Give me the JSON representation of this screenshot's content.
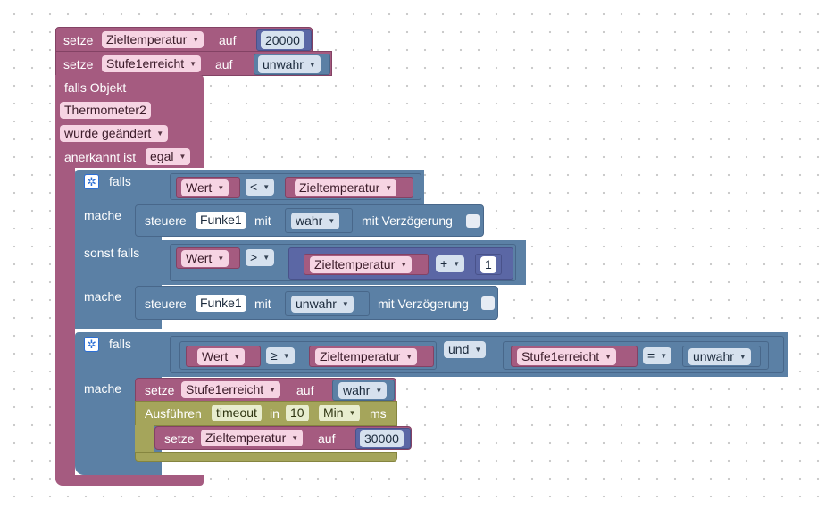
{
  "blocks": {
    "set1": {
      "setze": "setze",
      "var": "Zieltemperatur",
      "auf": "auf",
      "value": "20000"
    },
    "set2": {
      "setze": "setze",
      "var": "Stufe1erreicht",
      "auf": "auf",
      "value": "unwahr"
    },
    "trigger": {
      "falls_objekt": "falls Objekt",
      "object": "Thermometer2",
      "condition": "wurde geändert",
      "ack_label": "anerkannt ist",
      "ack_value": "egal"
    },
    "if1": {
      "falls": "falls",
      "cond_left": "Wert",
      "cond_op": "<",
      "cond_right": "Zieltemperatur",
      "mache1": "mache",
      "steuere1": {
        "label": "steuere",
        "device": "Funke1",
        "mit": "mit",
        "value": "wahr",
        "delay_label": "mit Verzögerung"
      },
      "sonst_falls": "sonst falls",
      "cond2_left": "Wert",
      "cond2_op": ">",
      "cond2_right_var": "Zieltemperatur",
      "cond2_arith_op": "+",
      "cond2_num": "1",
      "mache2": "mache",
      "steuere2": {
        "label": "steuere",
        "device": "Funke1",
        "mit": "mit",
        "value": "unwahr",
        "delay_label": "mit Verzögerung"
      }
    },
    "if2": {
      "falls": "falls",
      "cond_left": "Wert",
      "cond_op": "≥",
      "cond_right": "Zieltemperatur",
      "logic_op": "und",
      "cond_b_left": "Stufe1erreicht",
      "cond_b_op": "=",
      "cond_b_right": "unwahr",
      "mache": "mache",
      "set": {
        "setze": "setze",
        "var": "Stufe1erreicht",
        "auf": "auf",
        "value": "wahr"
      },
      "timeout": {
        "ausfuehren": "Ausführen",
        "name": "timeout",
        "in": "in",
        "amount": "10",
        "unit": "Min",
        "ms": "ms",
        "set": {
          "setze": "setze",
          "var": "Zieltemperatur",
          "auf": "auf",
          "value": "30000"
        }
      }
    }
  },
  "icons": {
    "dropdown": "▼",
    "mutator": "gear-icon"
  },
  "colors": {
    "variables": "#a55b80",
    "logic": "#5b80a5",
    "math": "#5b67a5",
    "timeouts": "#a5a55b",
    "workspace_bg": "#ffffff"
  }
}
